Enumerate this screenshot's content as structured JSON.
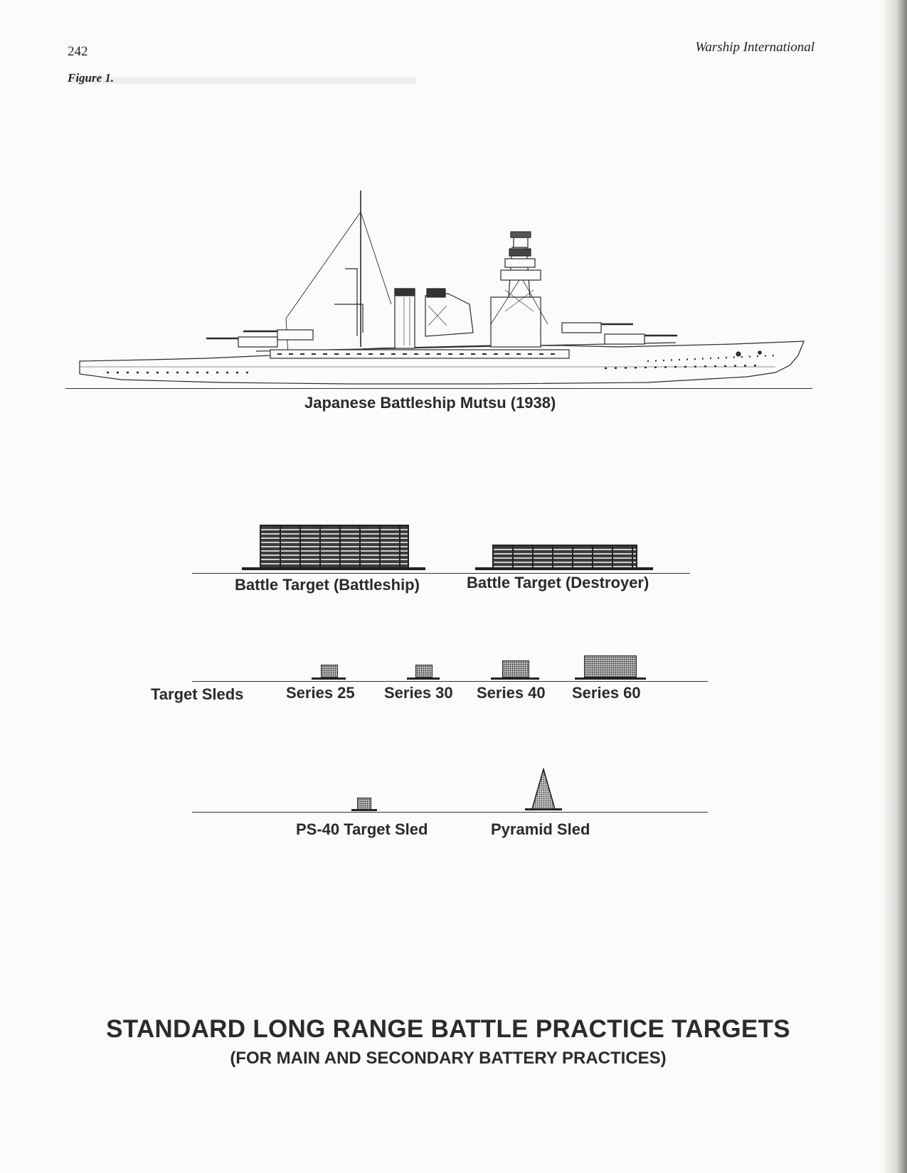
{
  "header": {
    "page_number": "242",
    "journal": "Warship International",
    "figure_label": "Figure 1."
  },
  "figure": {
    "ship_caption": "Japanese Battleship Mutsu (1938)",
    "battle_targets": {
      "battleship": "Battle Target (Battleship)",
      "destroyer": "Battle Target (Destroyer)"
    },
    "sleds": {
      "label": "Target Sleds",
      "series": [
        "Series 25",
        "Series 30",
        "Series 40",
        "Series 60"
      ]
    },
    "small_targets": {
      "ps40": "PS-40 Target Sled",
      "pyramid": "Pyramid Sled"
    }
  },
  "titles": {
    "main": "STANDARD LONG RANGE BATTLE PRACTICE TARGETS",
    "sub": "(FOR MAIN AND SECONDARY BATTERY PRACTICES)"
  }
}
